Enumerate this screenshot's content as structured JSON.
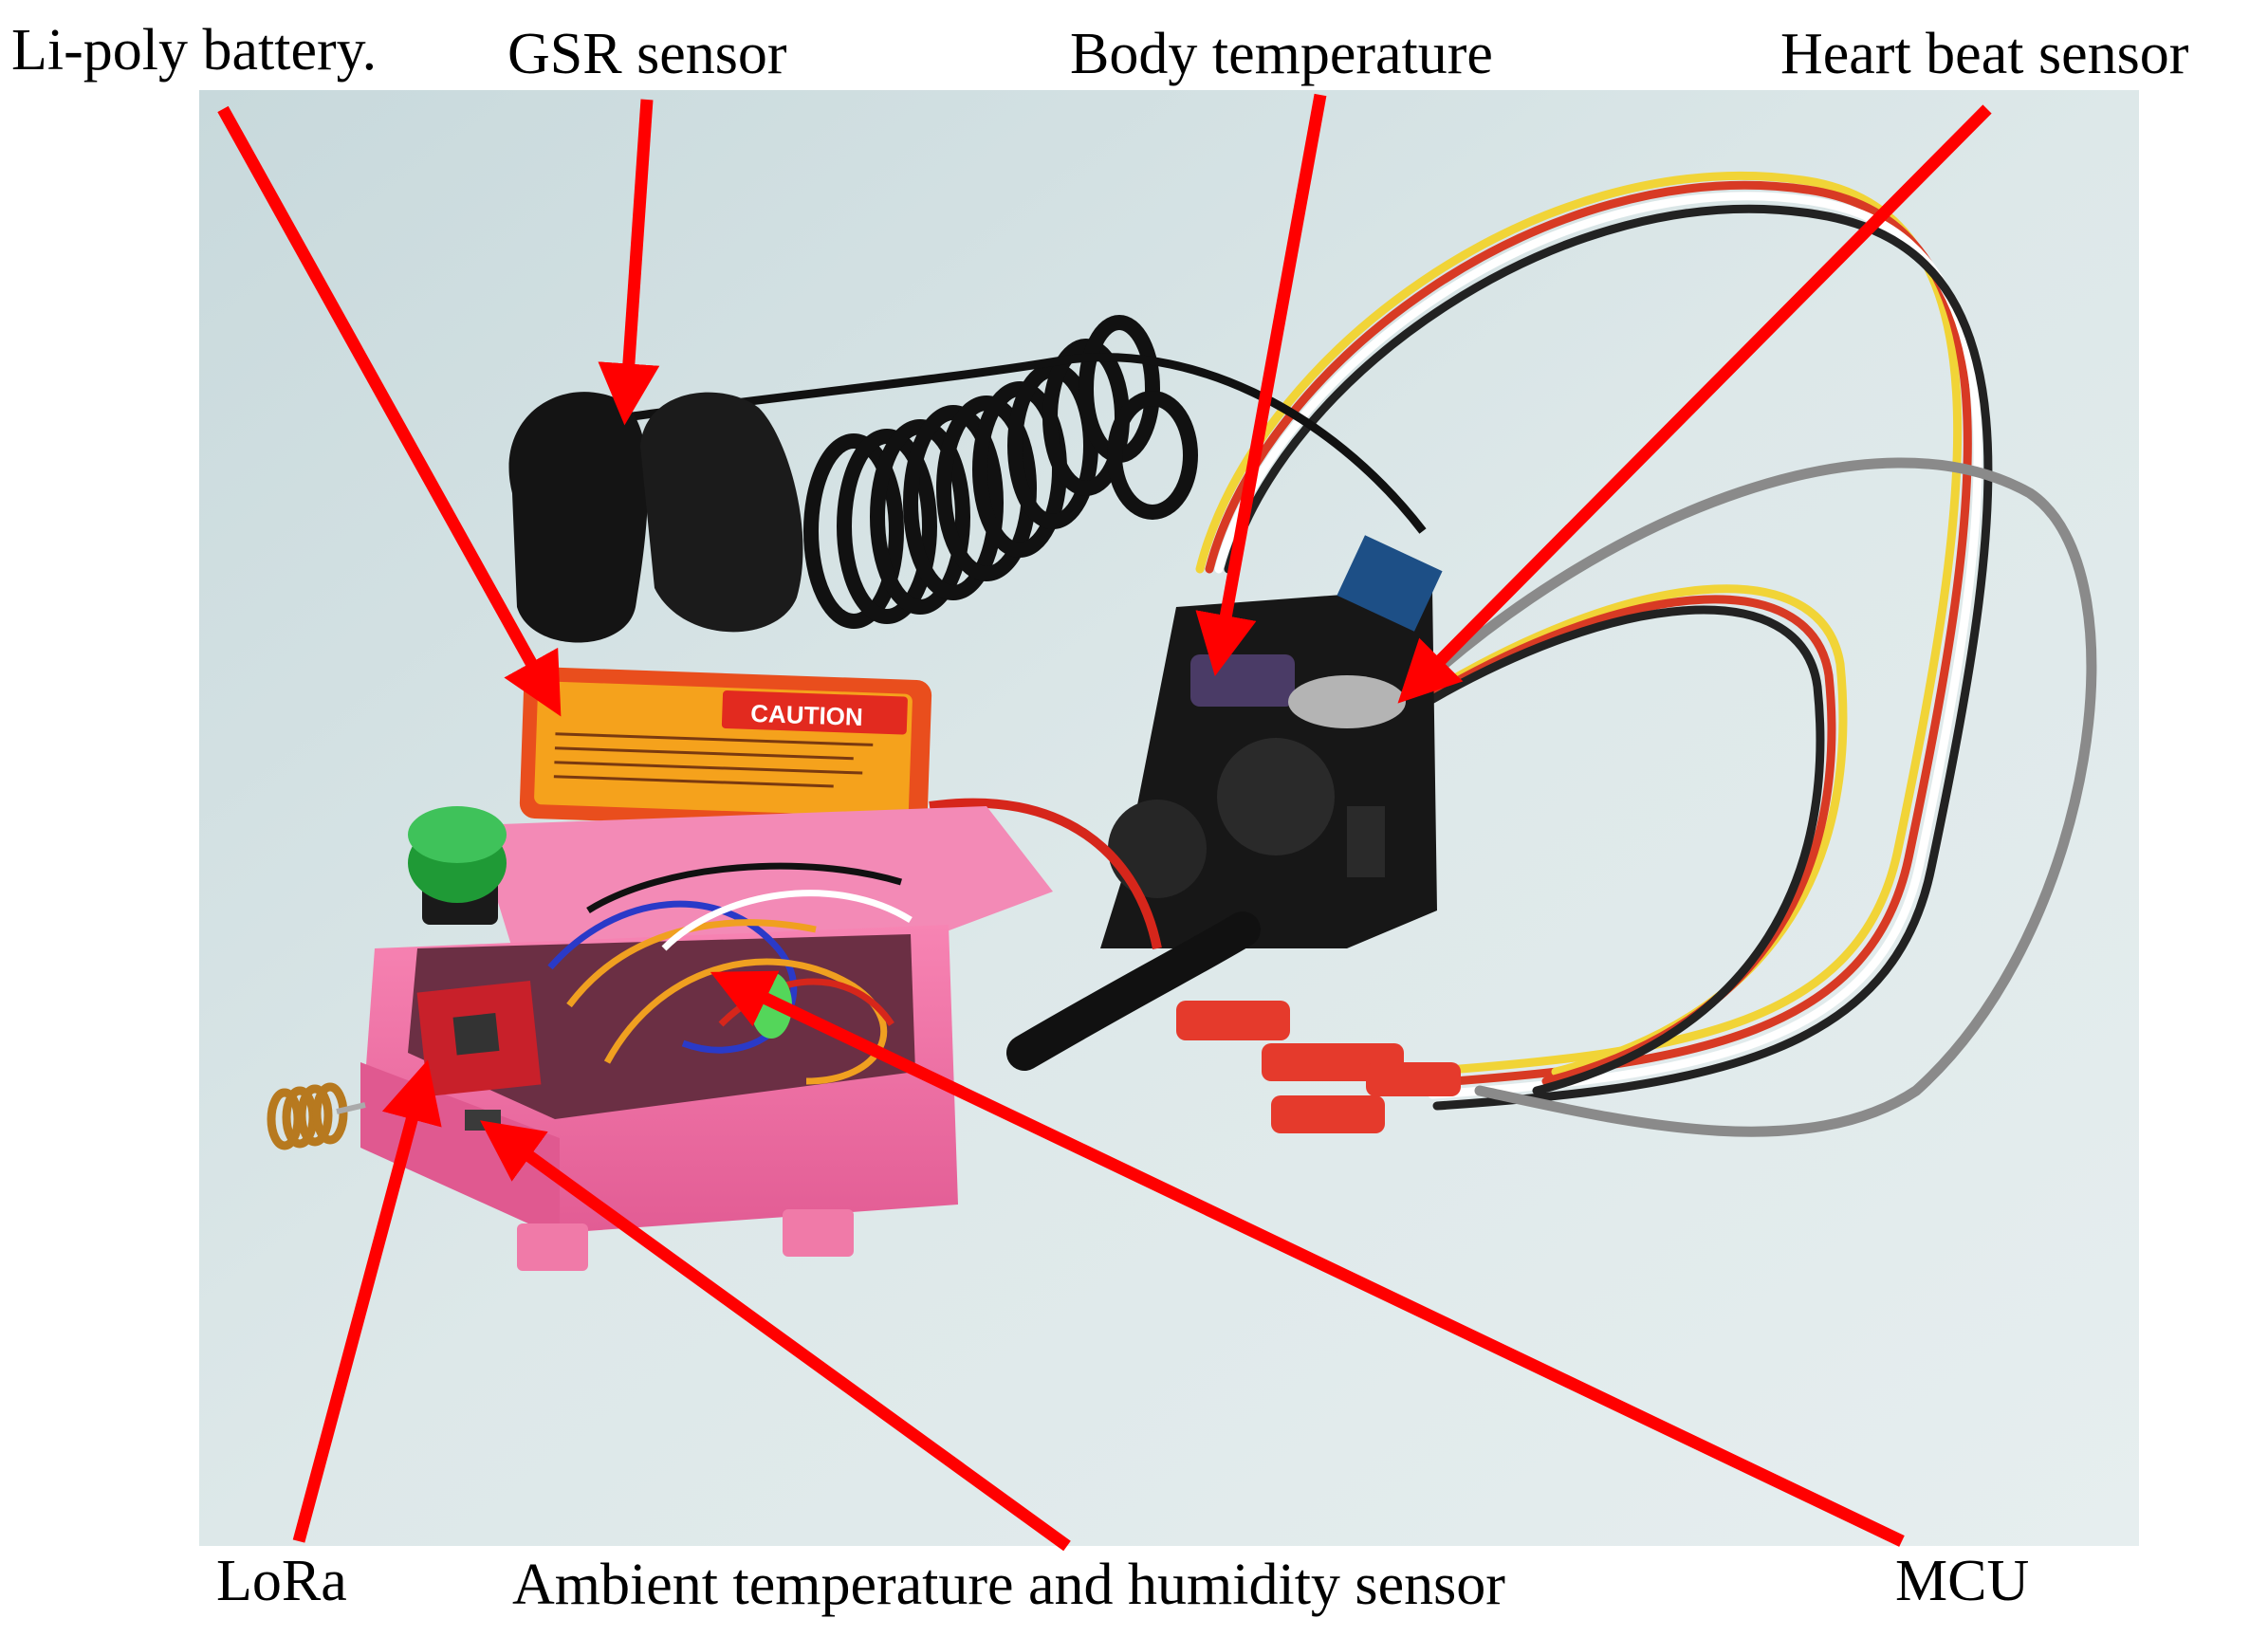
{
  "figure": {
    "labels": {
      "li_poly_battery": "Li-poly battery.",
      "gsr_sensor": "GSR sensor",
      "body_temperature": "Body temperature",
      "heart_beat_sensor": "Heart beat sensor",
      "lora": "LoRa",
      "ambient_sensor": "Ambient temperature and humidity sensor",
      "mcu": "MCU"
    },
    "battery_sticker": {
      "caution": "CAUTION"
    },
    "colors": {
      "arrow": "#ff0000",
      "enclosure": "#f06aa0",
      "sensor_case": "#1a1a1a",
      "battery": "#f24a1d",
      "background": "#d9e6e7"
    }
  }
}
